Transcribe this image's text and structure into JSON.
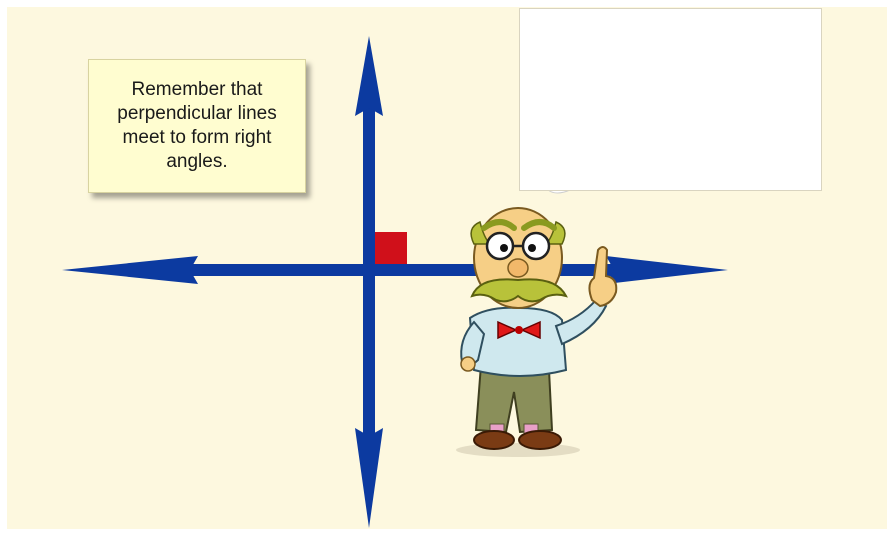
{
  "note": {
    "text": "Remember that perpendicular lines meet to form right angles."
  },
  "speech_bubble": {
    "text": ""
  },
  "colors": {
    "background": "#fdf8df",
    "axis_lines": "#0c3aa0",
    "right_angle_marker": "#d0101a",
    "note_background": "#fffdd0",
    "speech_box": "#ffffff"
  },
  "figures": {
    "character": "cartoon-professor-pointing-up",
    "lines": "perpendicular-double-headed-arrows",
    "marker": "right-angle-square"
  }
}
